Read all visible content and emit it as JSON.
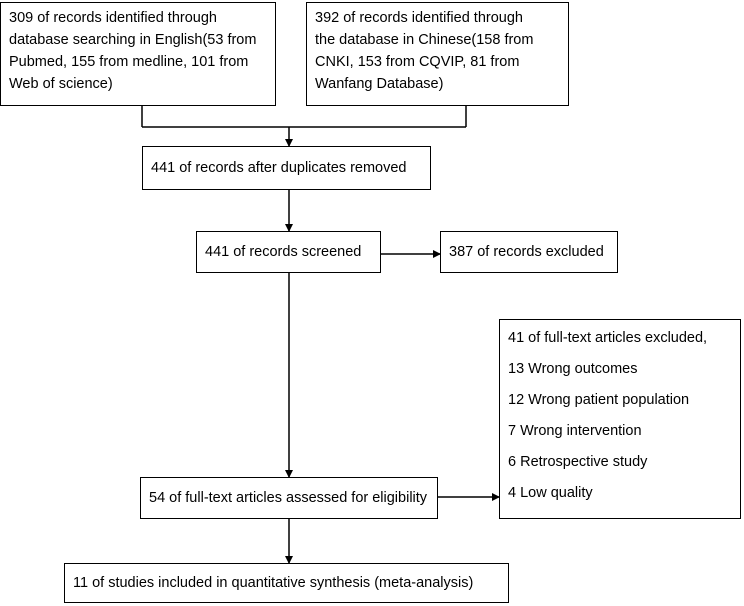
{
  "flowchart": {
    "english_records": {
      "lines": [
        "309 of records identified through",
        "database searching in English(53 from",
        "Pubmed, 155 from medline, 101 from",
        "Web of science)"
      ]
    },
    "chinese_records": {
      "lines": [
        "392 of records identified through",
        "the database in Chinese(158 from",
        "CNKI, 153 from CQVIP, 81 from",
        "Wanfang Database)"
      ]
    },
    "after_duplicates": "441 of records after duplicates removed",
    "screened": "441 of records screened",
    "excluded_records": "387 of records excluded",
    "full_text_assessed": "54 of full-text articles assessed for eligibility",
    "full_text_excluded": {
      "lines": [
        "41 of full-text articles excluded,",
        "13 Wrong outcomes",
        "12 Wrong patient population",
        "7 Wrong intervention",
        "6 Retrospective study",
        "4 Low quality"
      ]
    },
    "included": "11 of studies included in quantitative synthesis (meta-analysis)"
  }
}
